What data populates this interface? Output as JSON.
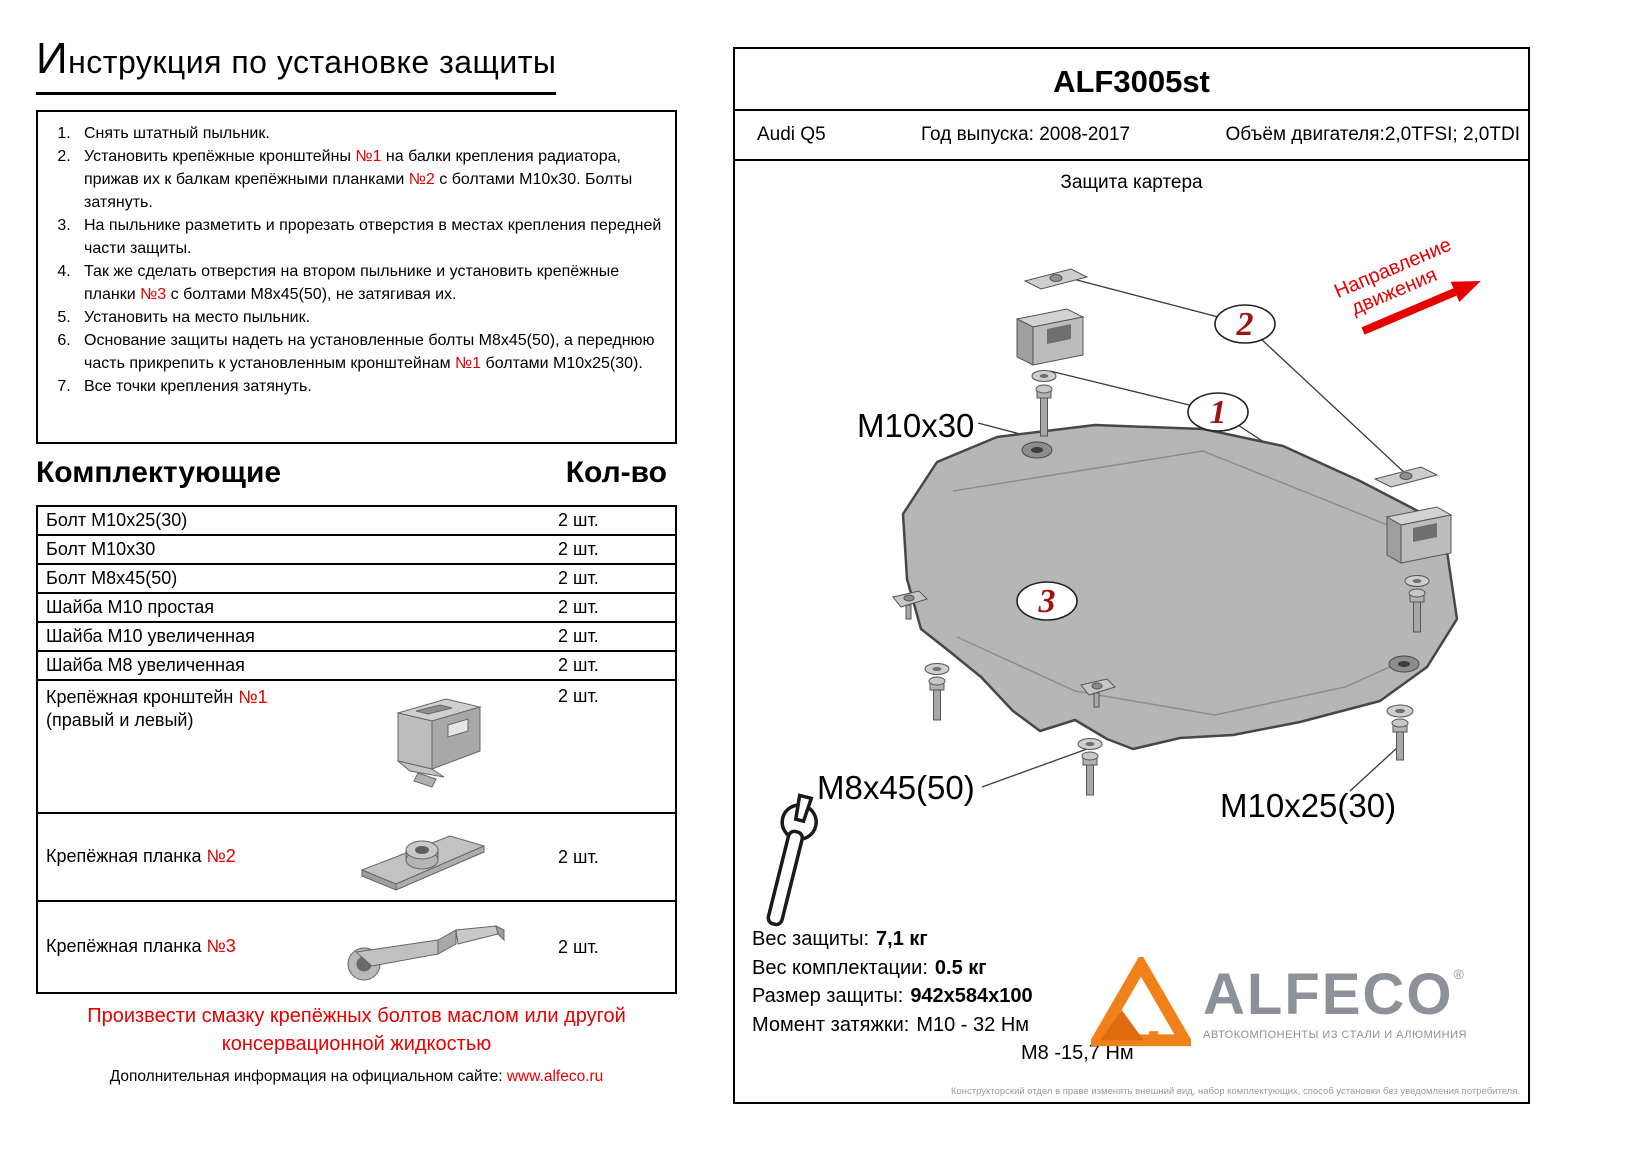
{
  "title": "Инструкция по установке защиты",
  "instructions": [
    {
      "num": "1.",
      "segments": [
        {
          "t": "Снять штатный пыльник."
        }
      ]
    },
    {
      "num": "2.",
      "segments": [
        {
          "t": "Установить крепёжные кронштейны "
        },
        {
          "t": "№1",
          "red": true
        },
        {
          "t": " на балки крепления радиатора, прижав их к балкам крепёжными планками "
        },
        {
          "t": "№2",
          "red": true
        },
        {
          "t": " с болтами М10х30. Болты затянуть."
        }
      ]
    },
    {
      "num": "3.",
      "segments": [
        {
          "t": "На пыльнике разметить и прорезать отверстия в местах крепления передней части защиты."
        }
      ]
    },
    {
      "num": "4.",
      "segments": [
        {
          "t": "Так же сделать отверстия на втором пыльнике и установить крепёжные планки "
        },
        {
          "t": "№3",
          "red": true
        },
        {
          "t": " с болтами М8х45(50), не затягивая их."
        }
      ]
    },
    {
      "num": "5.",
      "segments": [
        {
          "t": "Установить на место пыльник."
        }
      ]
    },
    {
      "num": "6.",
      "segments": [
        {
          "t": "Основание защиты надеть на установленные болты М8х45(50), а переднюю часть прикрепить к установленным кронштейнам "
        },
        {
          "t": "№1",
          "red": true
        },
        {
          "t": " болтами М10х25(30)."
        }
      ]
    },
    {
      "num": "7.",
      "segments": [
        {
          "t": "Все точки крепления затянуть."
        }
      ]
    }
  ],
  "parts": {
    "heading": "Комплектующие",
    "qty_heading": "Кол-во",
    "rows": [
      {
        "name": [
          {
            "t": "Болт М10х25(30)"
          }
        ],
        "qty": "2 шт."
      },
      {
        "name": [
          {
            "t": "Болт М10х30"
          }
        ],
        "qty": "2 шт."
      },
      {
        "name": [
          {
            "t": "Болт М8х45(50)"
          }
        ],
        "qty": "2 шт."
      },
      {
        "name": [
          {
            "t": "Шайба М10 простая"
          }
        ],
        "qty": "2 шт."
      },
      {
        "name": [
          {
            "t": "Шайба М10 увеличенная"
          }
        ],
        "qty": "2 шт."
      },
      {
        "name": [
          {
            "t": "Шайба М8 увеличенная"
          }
        ],
        "qty": "2 шт."
      },
      {
        "name": [
          {
            "t": "Крепёжная кронштейн "
          },
          {
            "t": "№1",
            "red": true
          },
          {
            "br": true
          },
          {
            "t": "(правый и левый)"
          }
        ],
        "qty": "2 шт.",
        "image": "bracket1"
      },
      {
        "name": [
          {
            "t": "Крепёжная планка "
          },
          {
            "t": "№2",
            "red": true
          }
        ],
        "qty": "2 шт.",
        "image": "plate2"
      },
      {
        "name": [
          {
            "t": "Крепёжная планка "
          },
          {
            "t": "№3",
            "red": true
          }
        ],
        "qty": "2 шт.",
        "image": "plate3"
      }
    ]
  },
  "footer": {
    "note": "Произвести смазку крепёжных болтов маслом или другой консервационной жидкостью",
    "info_prefix": "Дополнительная информация на официальном сайте: ",
    "info_link": "www.alfeco.ru"
  },
  "panel": {
    "model": "ALF3005st",
    "car": "Audi Q5",
    "year": "Год выпуска: 2008-2017",
    "engine": "Объём двигателя:2,0TFSI; 2,0TDI",
    "drawing_title": "Защита картера",
    "direction_line1": "Направление",
    "direction_line2": "движения",
    "labels": {
      "m10x30": "М10х30",
      "m8x45": "М8х45(50)",
      "m10x25": "М10х25(30)"
    },
    "callouts": [
      "1",
      "2",
      "3"
    ],
    "specs": [
      {
        "label": "Вес защиты:",
        "value": "7,1 кг",
        "bold": true
      },
      {
        "label": "Вес комплектации:",
        "value": "0.5 кг",
        "bold": true
      },
      {
        "label": "Размер защиты:",
        "value": "942х584х100",
        "bold": true
      },
      {
        "label": "Момент затяжки:",
        "value": "М10 - 32 Нм",
        "bold": false
      },
      {
        "label": "",
        "value": "М8 -15,7 Нм",
        "bold": false,
        "indent": true
      }
    ],
    "logo": {
      "text": "ALFECO",
      "reg": "®",
      "subtitle": "АВТОКОМПОНЕНТЫ ИЗ СТАЛИ И АЛЮМИНИЯ"
    },
    "disclaimer": "Конструкторский отдел в праве изменять внешний вид, набор комплектующих, способ установки без уведомления потребителя."
  },
  "colors": {
    "accent_red": "#e60000",
    "callout_red": "#a01313",
    "logo_orange": "#f08019",
    "logo_orange_dark": "#e06a10",
    "logo_gray": "#8d9199",
    "drawing_gray": "#b6b6b6"
  }
}
